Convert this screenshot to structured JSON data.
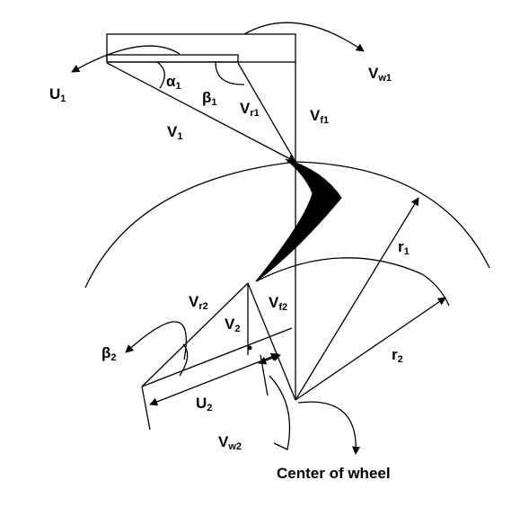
{
  "labels": {
    "u1": {
      "main": "U",
      "sub": "1"
    },
    "alpha1": {
      "main": "α",
      "sub": "1"
    },
    "beta1": {
      "main": "β",
      "sub": "1"
    },
    "vr1": {
      "main": "V",
      "sub": "r1"
    },
    "vf1": {
      "main": "V",
      "sub": "f1"
    },
    "v1": {
      "main": "V",
      "sub": "1"
    },
    "vw1": {
      "main": "V",
      "sub": "w1"
    },
    "r1": {
      "main": "r",
      "sub": "1"
    },
    "r2": {
      "main": "r",
      "sub": "2"
    },
    "vr2": {
      "main": "V",
      "sub": "r2"
    },
    "vf2": {
      "main": "V",
      "sub": "f2"
    },
    "v2": {
      "main": "V",
      "sub": "2"
    },
    "beta2": {
      "main": "β",
      "sub": "2"
    },
    "u2": {
      "main": "U",
      "sub": "2"
    },
    "vw2": {
      "main": "V",
      "sub": "w2"
    }
  },
  "caption": "Center of wheel",
  "colors": {
    "ink": "#000000",
    "background": "#ffffff"
  }
}
